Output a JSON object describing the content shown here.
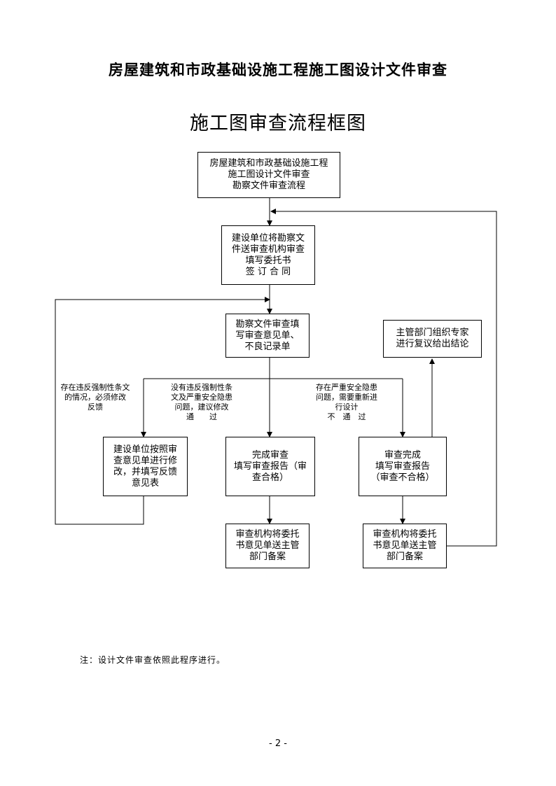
{
  "header": {
    "doc_title": "房屋建筑和市政基础设施工程施工图设计文件审查",
    "chart_title": "施工图审查流程框图"
  },
  "boxes": {
    "start": "房屋建筑和市政基础设施工程\n施工图设计文件审查\n勘察文件审查流程",
    "submit": "建设单位将勘察文\n件送审查机构审查\n填写委托书\n签 订 合 同",
    "review": "勘察文件审查填\n写审查意见单、\n不良记录单",
    "expert": "主管部门组织专家\n进行复议给出结论",
    "revise": "建设单位按照审\n查意见单进行修\n改，并填写反馈\n意见表",
    "pass": "完成审查\n填写审查报告（审\n查合格）",
    "fail": "审查完成\n填写审查报告\n（审查不合格）",
    "file_pass": "审查机构将委托\n书意见单送主管\n部门备案",
    "file_fail": "审查机构将委托\n书意见单送主管\n部门备案"
  },
  "labels": {
    "violation": "存在违反强制性条文\n的情况，必须修改\n反馈",
    "no_violation": "没有违反强制性条\n文及严重安全隐患\n问题，建议修改\n通　　过",
    "hazard": "存在严重安全隐患\n问题，需要重新进\n行设计\n不　通　过"
  },
  "footer": {
    "note": "注：设计文件审查依照此程序进行。",
    "page_number": "- 2 -"
  }
}
